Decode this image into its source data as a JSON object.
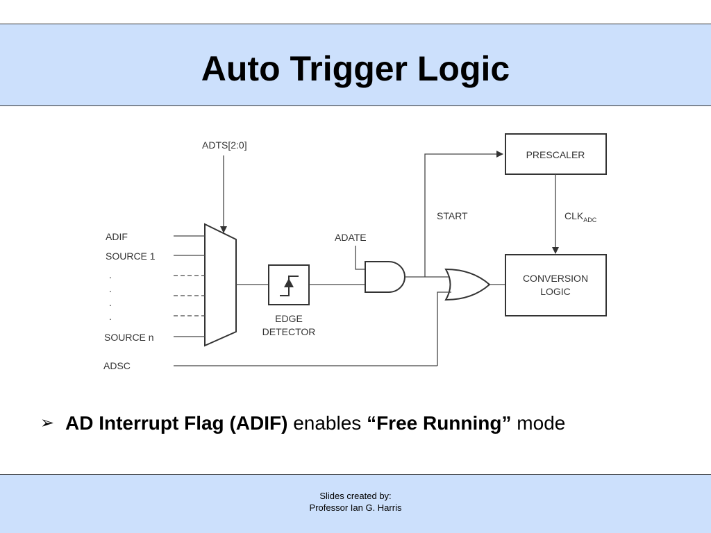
{
  "slide": {
    "title": "Auto Trigger Logic"
  },
  "diagram": {
    "adts_label": "ADTS[2:0]",
    "inputs": {
      "adif": "ADIF",
      "source1": "SOURCE 1",
      "dot": ".",
      "source_n": "SOURCE n",
      "adsc": "ADSC"
    },
    "edge_detector": {
      "line1": "EDGE",
      "line2": "DETECTOR"
    },
    "adate_label": "ADATE",
    "start_label": "START",
    "prescaler_label": "PRESCALER",
    "clk_label": "CLK",
    "clk_subscript": "ADC",
    "conversion_logic": {
      "line1": "CONVERSION",
      "line2": "LOGIC"
    }
  },
  "bullet": {
    "arrow": "➢",
    "part1": "AD Interrupt Flag (ADIF)",
    "part2": " enables ",
    "part3": "“Free Running”",
    "part4": " mode"
  },
  "footer": {
    "line1": "Slides created by:",
    "line2": "Professor Ian G. Harris"
  }
}
